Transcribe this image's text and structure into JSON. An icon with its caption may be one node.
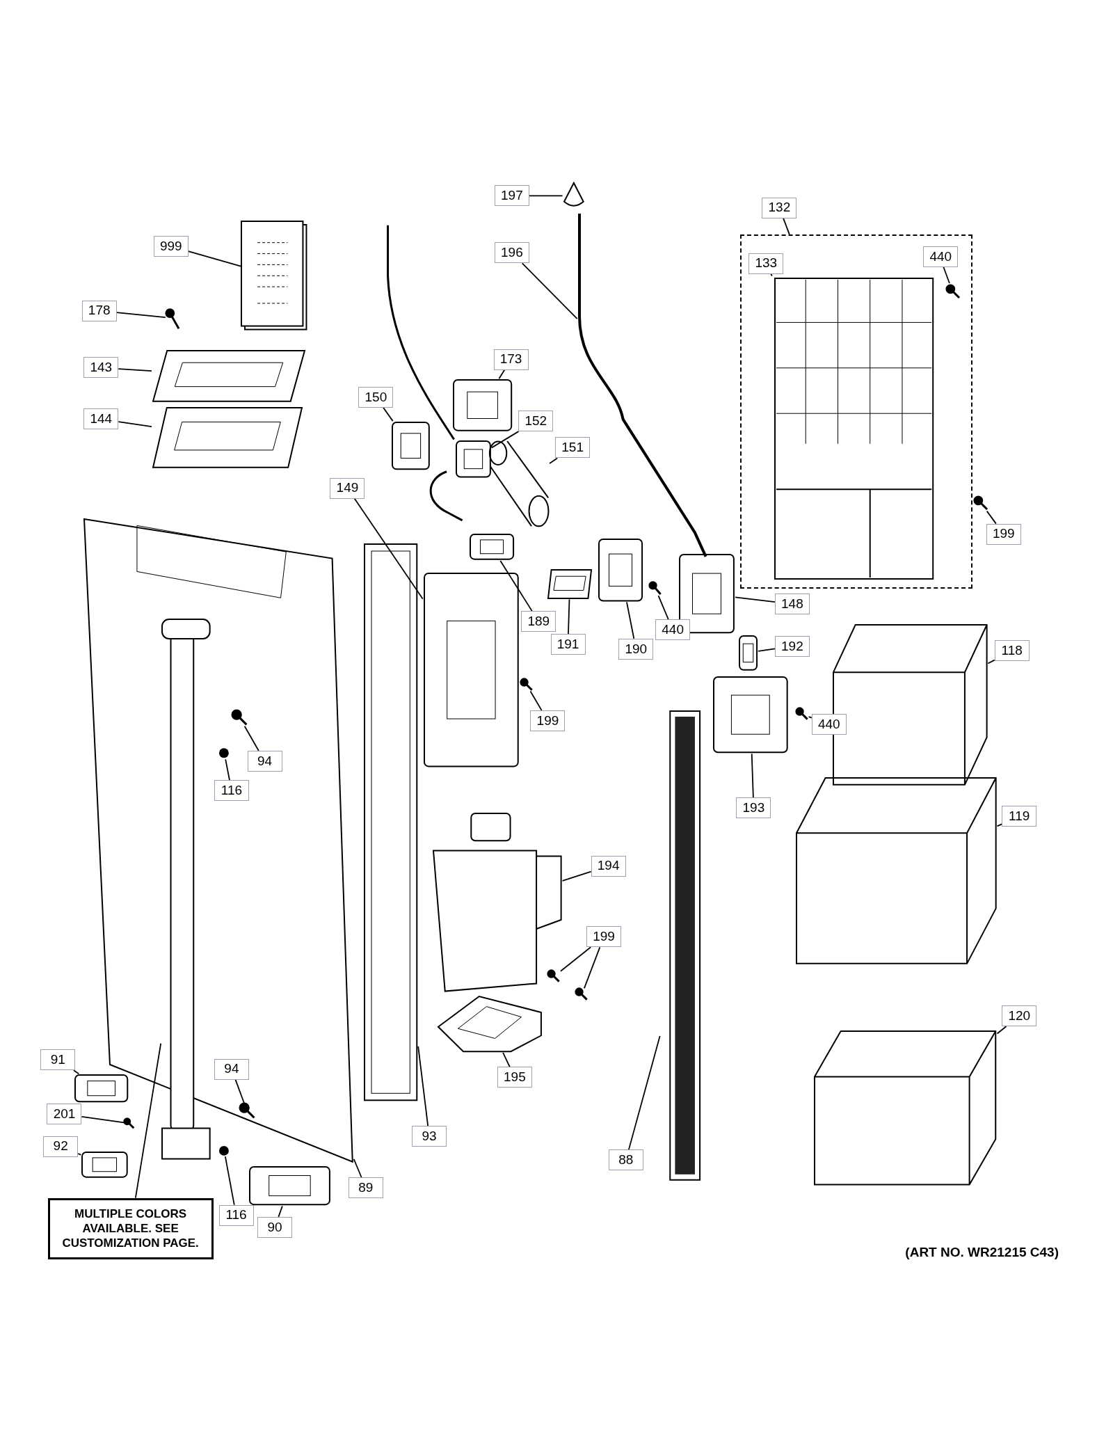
{
  "diagram": {
    "nodes": [
      {
        "text": [
          "197"
        ]
      },
      {
        "text": [],
        "shape": "picture"
      },
      {
        "text": [
          "132"
        ]
      },
      {
        "text": [],
        "shape": "box"
      },
      {
        "text": [
          "133"
        ],
        "in": 3
      },
      {
        "text": [],
        "shape": "picture",
        "in": 3
      },
      {
        "text": [
          "440"
        ],
        "in": 3
      },
      {
        "text": [],
        "shape": "picture",
        "in": 3
      },
      {
        "text": [
          "999"
        ]
      },
      {
        "text": [],
        "shape": "picture"
      },
      {
        "text": [
          "196"
        ]
      },
      {
        "text": [],
        "shape": "picture"
      },
      {
        "text": [
          "178"
        ]
      },
      {
        "text": [],
        "shape": "picture"
      },
      {
        "text": [
          "143"
        ]
      },
      {
        "text": [],
        "shape": "picture"
      },
      {
        "text": [
          "173"
        ]
      },
      {
        "text": [],
        "shape": "picture"
      },
      {
        "text": [
          "150"
        ]
      },
      {
        "text": [],
        "shape": "picture"
      },
      {
        "text": [
          "144"
        ]
      },
      {
        "text": [],
        "shape": "picture"
      },
      {
        "text": [
          "152"
        ]
      },
      {
        "text": [],
        "shape": "picture"
      },
      {
        "text": [
          "151"
        ]
      },
      {
        "text": [],
        "shape": "picture"
      },
      {
        "text": [
          "149"
        ]
      },
      {
        "text": [],
        "shape": "picture"
      },
      {
        "text": [
          "199"
        ]
      },
      {
        "text": [],
        "shape": "picture"
      },
      {
        "text": [
          "189"
        ]
      },
      {
        "text": [],
        "shape": "picture"
      },
      {
        "text": [
          "191"
        ]
      },
      {
        "text": [],
        "shape": "picture"
      },
      {
        "text": [
          "190"
        ]
      },
      {
        "text": [],
        "shape": "picture"
      },
      {
        "text": [
          "440"
        ]
      },
      {
        "text": [],
        "shape": "picture"
      },
      {
        "text": [
          "148"
        ]
      },
      {
        "text": [],
        "shape": "picture"
      },
      {
        "text": [
          "192"
        ]
      },
      {
        "text": [],
        "shape": "picture"
      },
      {
        "text": [
          "118"
        ]
      },
      {
        "text": [],
        "shape": "picture"
      },
      {
        "text": [],
        "shape": "picture"
      },
      {
        "text": [
          "94"
        ],
        "in": 44
      },
      {
        "text": [],
        "shape": "picture",
        "in": 44
      },
      {
        "text": [
          "116"
        ],
        "in": 44
      },
      {
        "text": [],
        "shape": "circle",
        "in": 44
      },
      {
        "text": [],
        "shape": "picture",
        "in": 44
      },
      {
        "text": [
          "94"
        ],
        "in": 44
      },
      {
        "text": [],
        "shape": "picture",
        "in": 44
      },
      {
        "text": [],
        "shape": "circle",
        "in": 44
      },
      {
        "text": [
          "199"
        ]
      },
      {
        "text": [],
        "shape": "picture"
      },
      {
        "text": [
          "440"
        ]
      },
      {
        "text": [],
        "shape": "picture"
      },
      {
        "text": [
          "193"
        ]
      },
      {
        "text": [],
        "shape": "picture"
      },
      {
        "text": [
          "119"
        ]
      },
      {
        "text": [],
        "shape": "picture"
      },
      {
        "text": [
          "194"
        ]
      },
      {
        "text": [],
        "shape": "picture"
      },
      {
        "text": [
          "199"
        ]
      },
      {
        "text": [],
        "shape": "picture"
      },
      {
        "text": [],
        "shape": "picture"
      },
      {
        "text": [
          "120"
        ]
      },
      {
        "text": [],
        "shape": "picture"
      },
      {
        "text": [
          "91"
        ]
      },
      {
        "text": [],
        "shape": "picture"
      },
      {
        "text": [
          "195"
        ]
      },
      {
        "text": [],
        "shape": "picture"
      },
      {
        "text": [
          "201"
        ]
      },
      {
        "text": [],
        "shape": "picture"
      },
      {
        "text": [
          "92"
        ]
      },
      {
        "text": [],
        "shape": "picture"
      },
      {
        "text": [
          "93"
        ]
      },
      {
        "text": [],
        "shape": "picture"
      },
      {
        "text": [
          "89"
        ]
      },
      {
        "text": [
          "88"
        ]
      },
      {
        "text": [],
        "shape": "picture"
      },
      {
        "text": [
          "116"
        ]
      },
      {
        "text": [
          "90"
        ]
      },
      {
        "text": [],
        "shape": "picture"
      },
      {
        "text": [
          "MULTIPLE COLORS AVAILABLE. SEE CUSTOMIZATION PAGE."
        ]
      }
    ],
    "edges": [
      {
        "from": 0,
        "to": 1,
        "arrow": "none"
      },
      {
        "from": 2,
        "to": 3,
        "arrow": "none"
      },
      {
        "from": 4,
        "to": 5,
        "arrow": "none"
      },
      {
        "from": 6,
        "to": 7,
        "arrow": "none"
      },
      {
        "from": 8,
        "to": 9,
        "arrow": "none"
      },
      {
        "from": 10,
        "to": 11,
        "arrow": "none"
      },
      {
        "from": 12,
        "to": 13,
        "arrow": "none"
      },
      {
        "from": 14,
        "to": 15,
        "arrow": "none"
      },
      {
        "from": 16,
        "to": 17,
        "arrow": "none"
      },
      {
        "from": 18,
        "to": 19,
        "arrow": "none"
      },
      {
        "from": 20,
        "to": 21,
        "arrow": "none"
      },
      {
        "from": 22,
        "to": 23,
        "arrow": "none"
      },
      {
        "from": 24,
        "to": 25,
        "arrow": "none"
      },
      {
        "from": 26,
        "to": 27,
        "arrow": "none"
      },
      {
        "from": 28,
        "to": 29,
        "arrow": "none"
      },
      {
        "from": 30,
        "to": 31,
        "arrow": "none"
      },
      {
        "from": 32,
        "to": 33,
        "arrow": "none"
      },
      {
        "from": 34,
        "to": 35,
        "arrow": "none"
      },
      {
        "from": 36,
        "to": 37,
        "arrow": "none"
      },
      {
        "from": 38,
        "to": 39,
        "arrow": "none"
      },
      {
        "from": 40,
        "to": 41,
        "arrow": "none"
      },
      {
        "from": 42,
        "to": 43,
        "arrow": "none"
      },
      {
        "from": 45,
        "to": 46,
        "arrow": "none"
      },
      {
        "from": 47,
        "to": 48,
        "arrow": "none"
      },
      {
        "from": 50,
        "to": 51,
        "arrow": "none"
      },
      {
        "from": 53,
        "to": 54,
        "arrow": "none"
      },
      {
        "from": 55,
        "to": 56,
        "arrow": "none"
      },
      {
        "from": 57,
        "to": 58,
        "arrow": "none"
      },
      {
        "from": 59,
        "to": 60,
        "arrow": "none"
      },
      {
        "from": 61,
        "to": 62,
        "arrow": "none"
      },
      {
        "from": 63,
        "to": 64,
        "arrow": "none"
      },
      {
        "from": 63,
        "to": 65,
        "arrow": "none"
      },
      {
        "from": 66,
        "to": 67,
        "arrow": "none"
      },
      {
        "from": 68,
        "to": 69,
        "arrow": "none"
      },
      {
        "from": 70,
        "to": 71,
        "arrow": "none"
      },
      {
        "from": 72,
        "to": 73,
        "arrow": "none"
      },
      {
        "from": 74,
        "to": 75,
        "arrow": "none"
      },
      {
        "from": 76,
        "to": 77,
        "arrow": "none"
      },
      {
        "from": 78,
        "to": 44,
        "arrow": "none"
      },
      {
        "from": 79,
        "to": 80,
        "arrow": "none"
      },
      {
        "from": 81,
        "to": 52,
        "arrow": "none"
      },
      {
        "from": 82,
        "to": 83,
        "arrow": "none"
      },
      {
        "from": 84,
        "to": 49,
        "arrow": "none"
      }
    ],
    "labels": [
      "(ART NO. WR21215 C43)"
    ]
  }
}
